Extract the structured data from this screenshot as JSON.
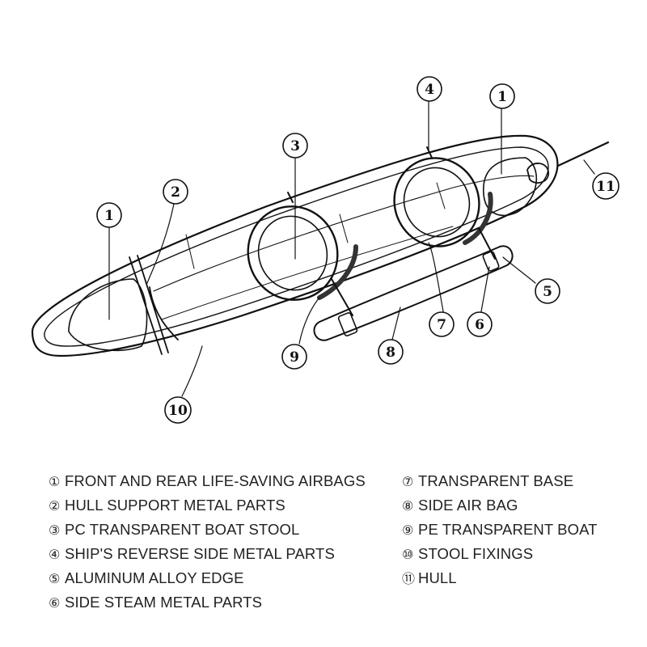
{
  "diagram": {
    "callouts": [
      "1",
      "2",
      "3",
      "4",
      "1",
      "5",
      "6",
      "7",
      "8",
      "9",
      "10",
      "11"
    ]
  },
  "legend": {
    "left": [
      {
        "num": "①",
        "text": "FRONT AND REAR LIFE-SAVING AIRBAGS"
      },
      {
        "num": "②",
        "text": "HULL SUPPORT METAL PARTS"
      },
      {
        "num": "③",
        "text": "PC TRANSPARENT BOAT STOOL"
      },
      {
        "num": "④",
        "text": "SHIP'S REVERSE SIDE METAL PARTS"
      },
      {
        "num": "⑤",
        "text": "ALUMINUM ALLOY EDGE"
      },
      {
        "num": "⑥",
        "text": "SIDE STEAM METAL PARTS"
      }
    ],
    "right": [
      {
        "num": "⑦",
        "text": "TRANSPARENT BASE"
      },
      {
        "num": "⑧",
        "text": "SIDE AIR BAG"
      },
      {
        "num": "⑨",
        "text": "PE TRANSPARENT BOAT"
      },
      {
        "num": "⑩",
        "text": "STOOL FIXINGS"
      },
      {
        "num": "⑪",
        "text": "HULL"
      }
    ]
  }
}
